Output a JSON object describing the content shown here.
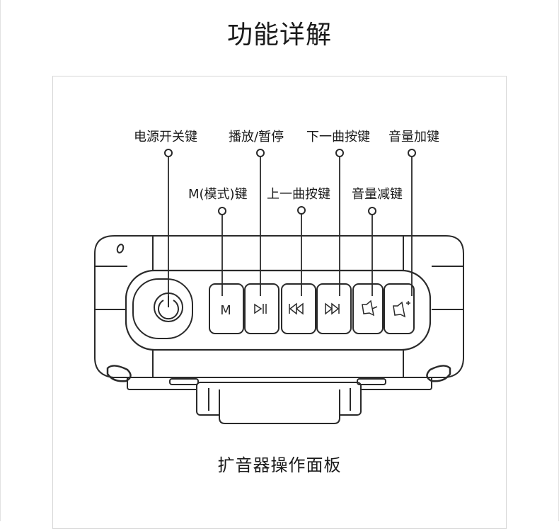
{
  "title": "功能详解",
  "caption": "扩音器操作面板",
  "labels": {
    "power": "电源开关键",
    "play_pause": "播放/暂停",
    "next": "下一曲按键",
    "volume_up": "音量加键",
    "mode": "M(模式)键",
    "prev": "上一曲按键",
    "volume_down": "音量减键"
  },
  "buttons": {
    "mode_glyph": "M"
  }
}
